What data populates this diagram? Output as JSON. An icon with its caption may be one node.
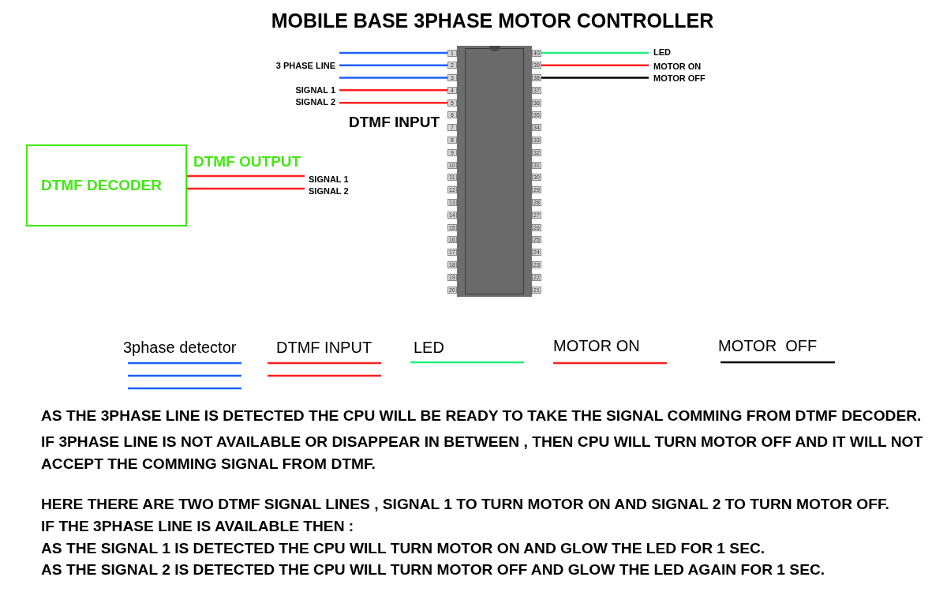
{
  "diagram": {
    "title": "MOBILE BASE 3PHASE MOTOR CONTROLLER",
    "nodes": [
      {
        "text": [],
        "shape": "chip"
      },
      {
        "text": [
          "3 PHASE LINE"
        ]
      },
      {
        "text": [
          "SIGNAL 1"
        ]
      },
      {
        "text": [
          "SIGNAL 2"
        ]
      },
      {
        "text": [
          "LED"
        ]
      },
      {
        "text": [
          "MOTOR ON"
        ]
      },
      {
        "text": [
          "MOTOR OFF"
        ]
      },
      {
        "text": [
          "DTMF DECODER"
        ]
      },
      {
        "text": [
          "SIGNAL 1"
        ]
      },
      {
        "text": [
          "SIGNAL 2"
        ]
      }
    ],
    "edges": [
      {
        "from": 1,
        "to": 0,
        "arrow": "none",
        "color": "#1f5fff"
      },
      {
        "from": 1,
        "to": 0,
        "arrow": "none",
        "color": "#1f5fff"
      },
      {
        "from": 1,
        "to": 0,
        "arrow": "none",
        "color": "#1f5fff"
      },
      {
        "from": 2,
        "to": 0,
        "arrow": "none"
      },
      {
        "from": 3,
        "to": 0,
        "arrow": "none"
      },
      {
        "from": 0,
        "to": 4,
        "arrow": "none",
        "color": "#1ff07c"
      },
      {
        "from": 0,
        "to": 5,
        "arrow": "none"
      },
      {
        "from": 0,
        "to": 6,
        "arrow": "none",
        "color": "#000000"
      },
      {
        "from": 7,
        "to": 8,
        "arrow": "none"
      },
      {
        "from": 7,
        "to": 9,
        "arrow": "none"
      }
    ],
    "labels": [
      "DTMF INPUT",
      "1",
      "40",
      "2",
      "39",
      "3",
      "38",
      "4",
      "37",
      "5",
      "36",
      "6",
      "35",
      "7",
      "34",
      "8",
      "33",
      "9",
      "32",
      "10",
      "31",
      "11",
      "30",
      "12",
      "29",
      "13",
      "28",
      "14",
      "27",
      "15",
      "26",
      "16",
      "25",
      "17",
      "24",
      "18",
      "23",
      "19",
      "22",
      "20",
      "21",
      "DTMF OUTPUT",
      "AS THE 3PHASE LINE IS DETECTED THE CPU WILL BE READY TO TAKE THE SIGNAL COMMING FROM DTMF DECODER.",
      "IF 3PHASE LINE IS NOT AVAILABLE OR DISAPPEAR IN BETWEEN , THEN CPU WILL TURN MOTOR OFF AND IT WILL NOT ACCEPT THE COMMING SIGNAL FROM DTMF.",
      "HERE THERE ARE TWO DTMF SIGNAL LINES , SIGNAL 1 TO TURN MOTOR ON AND SIGNAL 2 TO TURN MOTOR OFF.",
      "IF THE 3PHASE LINE IS AVAILABLE THEN :",
      "AS THE SIGNAL 1 IS DETECTED THE CPU WILL TURN MOTOR ON AND GLOW THE LED FOR 1 SEC.",
      "AS THE SIGNAL 2 IS DETECTED THE CPU WILL TURN MOTOR OFF AND GLOW THE LED AGAIN FOR 1 SEC."
    ],
    "legend": [
      {
        "text": "3phase detector"
      },
      {
        "text": "DTMF INPUT"
      },
      {
        "text": "LED"
      },
      {
        "text": "MOTOR ON"
      },
      {
        "text": "MOTOR  OFF"
      }
    ]
  }
}
